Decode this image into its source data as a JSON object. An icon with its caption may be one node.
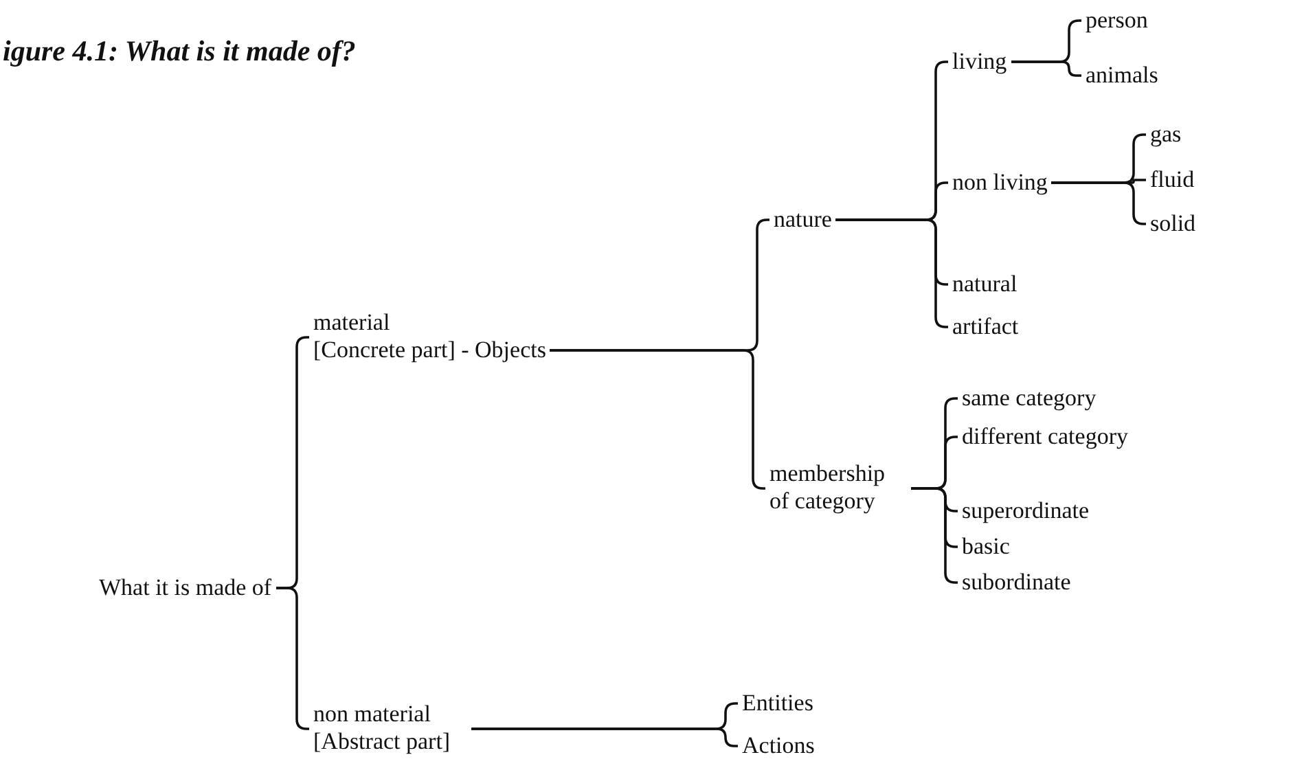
{
  "diagram": {
    "title": "igure 4.1: What is it made of?",
    "nodes": [
      {
        "text": [
          "What it is made of"
        ]
      },
      {
        "text": [
          "material",
          "[Concrete part] - Objects"
        ]
      },
      {
        "text": [
          "nature"
        ]
      },
      {
        "text": [
          "living"
        ]
      },
      {
        "text": [
          "person"
        ]
      },
      {
        "text": [
          "animals"
        ]
      },
      {
        "text": [
          "non living"
        ]
      },
      {
        "text": [
          "gas"
        ]
      },
      {
        "text": [
          "fluid"
        ]
      },
      {
        "text": [
          "solid"
        ]
      },
      {
        "text": [
          "natural"
        ]
      },
      {
        "text": [
          "artifact"
        ]
      },
      {
        "text": [
          "membership of category"
        ]
      },
      {
        "text": [
          "same category"
        ]
      },
      {
        "text": [
          "different category"
        ]
      },
      {
        "text": [
          "superordinate"
        ]
      },
      {
        "text": [
          "basic"
        ]
      },
      {
        "text": [
          "subordinate"
        ]
      },
      {
        "text": [
          "non material [Abstract part]"
        ]
      },
      {
        "text": [
          "Entities"
        ]
      },
      {
        "text": [
          "Actions"
        ]
      }
    ],
    "edges": [
      {
        "from": 0,
        "to": 1,
        "arrow": "none"
      },
      {
        "from": 0,
        "to": 18,
        "arrow": "none"
      },
      {
        "from": 1,
        "to": 2,
        "arrow": "none"
      },
      {
        "from": 1,
        "to": 12,
        "arrow": "none"
      },
      {
        "from": 2,
        "to": 3,
        "arrow": "none"
      },
      {
        "from": 2,
        "to": 6,
        "arrow": "none"
      },
      {
        "from": 2,
        "to": 10,
        "arrow": "none"
      },
      {
        "from": 2,
        "to": 11,
        "arrow": "none"
      },
      {
        "from": 3,
        "to": 4,
        "arrow": "none"
      },
      {
        "from": 3,
        "to": 5,
        "arrow": "none"
      },
      {
        "from": 6,
        "to": 7,
        "arrow": "none"
      },
      {
        "from": 6,
        "to": 8,
        "arrow": "none"
      },
      {
        "from": 6,
        "to": 9,
        "arrow": "none"
      },
      {
        "from": 12,
        "to": 13,
        "arrow": "none"
      },
      {
        "from": 12,
        "to": 14,
        "arrow": "none"
      },
      {
        "from": 12,
        "to": 15,
        "arrow": "none"
      },
      {
        "from": 12,
        "to": 16,
        "arrow": "none"
      },
      {
        "from": 12,
        "to": 17,
        "arrow": "none"
      },
      {
        "from": 18,
        "to": 19,
        "arrow": "none"
      },
      {
        "from": 18,
        "to": 20,
        "arrow": "none"
      }
    ]
  }
}
